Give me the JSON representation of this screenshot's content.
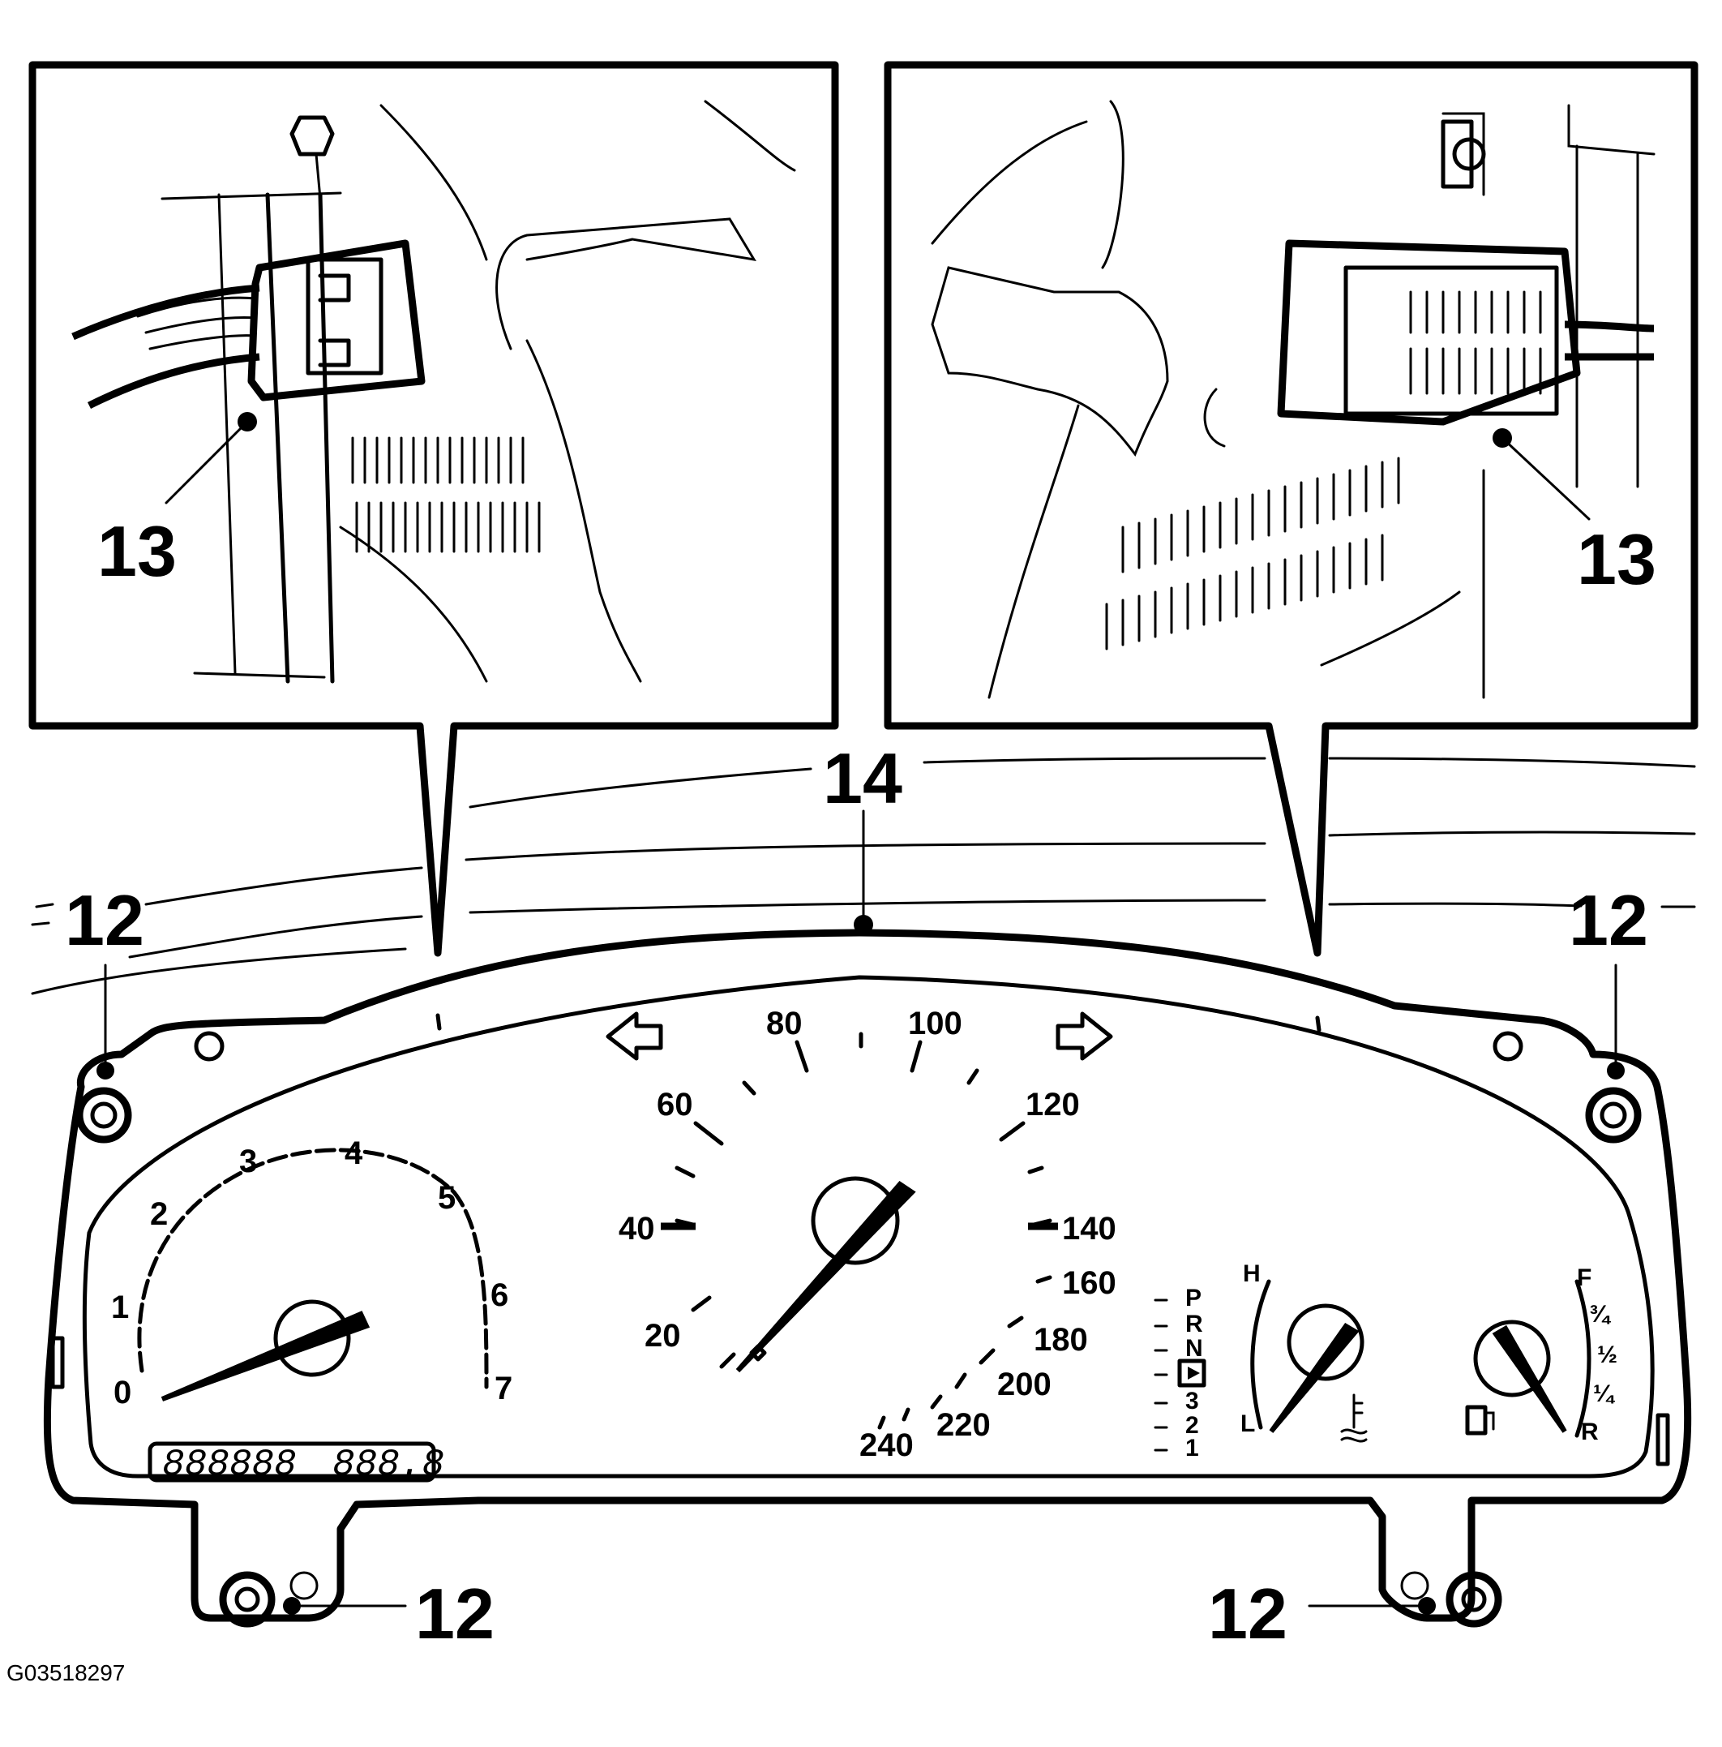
{
  "callouts": {
    "left_detail": "13",
    "right_detail": "13",
    "cluster": "14",
    "fastener_top_left": "12",
    "fastener_top_right": "12",
    "fastener_bottom_left": "12",
    "fastener_bottom_right": "12"
  },
  "tachometer": {
    "labels": [
      "0",
      "1",
      "2",
      "3",
      "4",
      "5",
      "6",
      "7"
    ]
  },
  "speedometer": {
    "labels": [
      "20",
      "40",
      "60",
      "80",
      "100",
      "120",
      "140",
      "160",
      "180",
      "200",
      "220",
      "240"
    ]
  },
  "gear_indicator": [
    "P",
    "R",
    "N",
    "D",
    "3",
    "2",
    "1"
  ],
  "temperature_gauge": {
    "high": "H",
    "low": "L"
  },
  "fuel_gauge": {
    "full": "F",
    "three_quarter": "¾",
    "half": "½",
    "quarter": "¼",
    "reserve": "R"
  },
  "odometer": {
    "total": "888888",
    "trip": "888.8"
  },
  "figure_reference": "G03518297"
}
